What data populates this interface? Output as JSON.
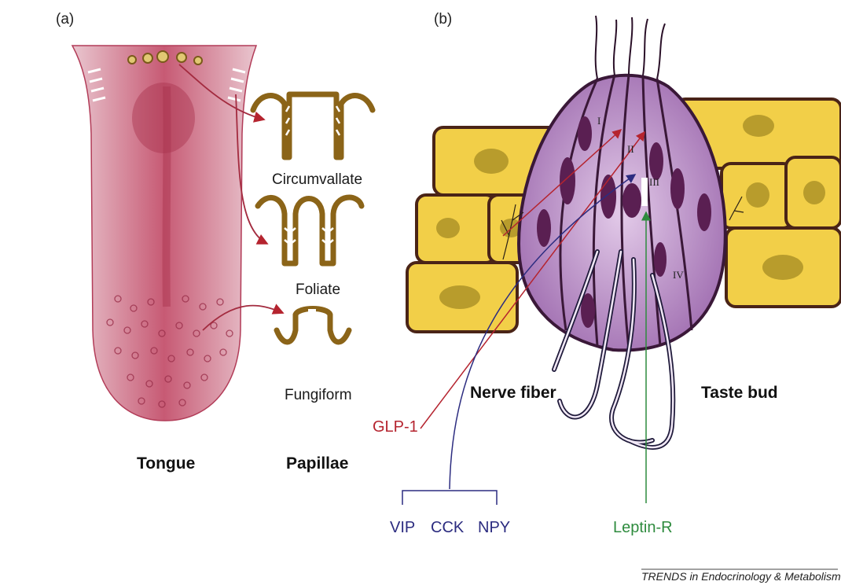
{
  "panels": {
    "a": "(a)",
    "b": "(b)"
  },
  "papillae": {
    "circumvallate": "Circumvallate",
    "foliate": "Foliate",
    "fungiform": "Fungiform"
  },
  "captions": {
    "tongue": "Tongue",
    "papillae": "Papillae",
    "nerve_fiber": "Nerve fiber",
    "taste_bud": "Taste bud"
  },
  "cell_types": [
    "I",
    "II",
    "III",
    "IV"
  ],
  "molecules": {
    "glp1": "GLP-1",
    "vip": "VIP",
    "cck": "CCK",
    "npy": "NPY",
    "leptin_r": "Leptin-R"
  },
  "footer": "TRENDS in Endocrinology & Metabolism",
  "colors": {
    "tongue": "#c4506a",
    "papilla": "#a07a2a",
    "taste_cell": "#b48ac4",
    "epithelium": "#f2cf48",
    "glp1": "#b5242f",
    "vip_cck_npy": "#2c2c80",
    "leptin_r": "#2e8b3e"
  }
}
